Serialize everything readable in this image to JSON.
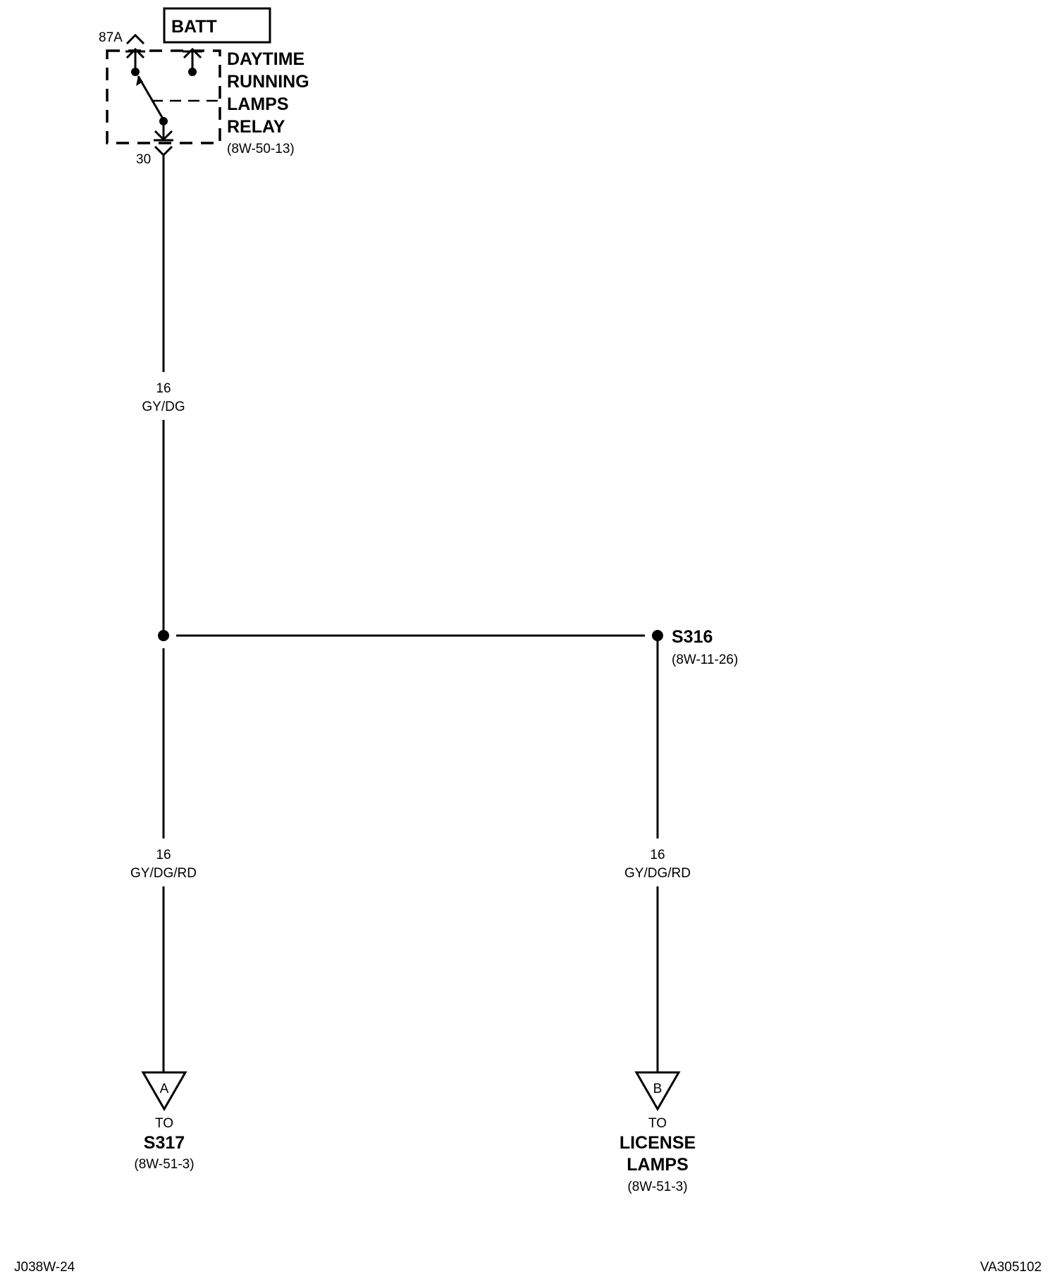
{
  "batt": {
    "label": "BATT"
  },
  "relay": {
    "pin_87a": "87A",
    "pin_30": "30",
    "name_lines": [
      "DAYTIME",
      "RUNNING",
      "LAMPS",
      "RELAY"
    ],
    "ref": "(8W-50-13)"
  },
  "wire_top": {
    "gauge": "16",
    "color": "GY/DG"
  },
  "splice": {
    "id": "S316",
    "ref": "(8W-11-26)"
  },
  "wire_left": {
    "gauge": "16",
    "color": "GY/DG/RD"
  },
  "wire_right": {
    "gauge": "16",
    "color": "GY/DG/RD"
  },
  "connector_a": {
    "letter": "A",
    "to": "TO",
    "dest_lines": [
      "S317"
    ],
    "ref": "(8W-51-3)"
  },
  "connector_b": {
    "letter": "B",
    "to": "TO",
    "dest_lines": [
      "LICENSE",
      "LAMPS"
    ],
    "ref": "(8W-51-3)"
  },
  "footer": {
    "left_code": "J038W-24",
    "right_code": "VA305102"
  }
}
